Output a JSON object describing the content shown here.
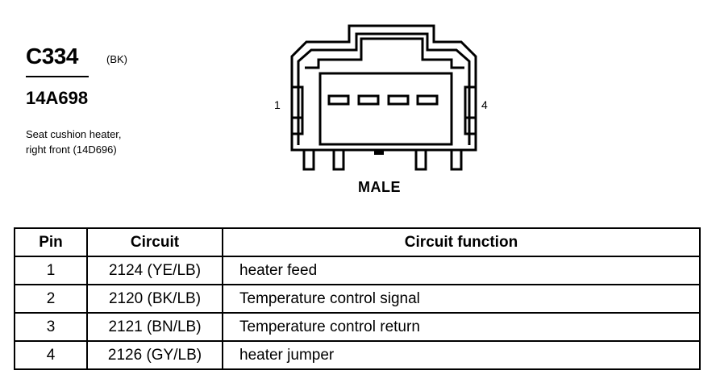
{
  "connector": {
    "id": "C334",
    "color_code": "(BK)",
    "part_number": "14A698",
    "description_lines": [
      "Seat cushion heater,",
      "right front (14D696)"
    ],
    "pin_left_label": "1",
    "pin_right_label": "4",
    "gender": "MALE"
  },
  "table": {
    "headers": [
      "Pin",
      "Circuit",
      "Circuit function"
    ],
    "rows": [
      {
        "pin": "1",
        "circuit": "2124 (YE/LB)",
        "function": "heater feed"
      },
      {
        "pin": "2",
        "circuit": "2120 (BK/LB)",
        "function": "Temperature control signal"
      },
      {
        "pin": "3",
        "circuit": "2121 (BN/LB)",
        "function": "Temperature control return"
      },
      {
        "pin": "4",
        "circuit": "2126 (GY/LB)",
        "function": "heater jumper"
      }
    ]
  }
}
